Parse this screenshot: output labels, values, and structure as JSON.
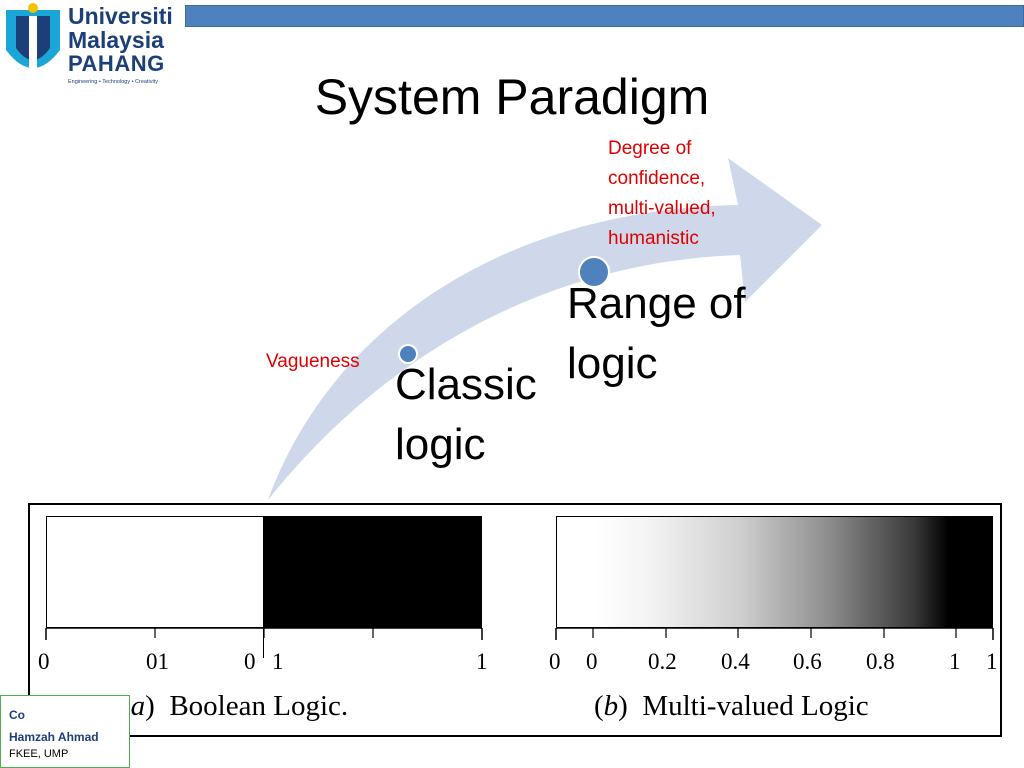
{
  "logo": {
    "line1": "Universiti",
    "line2": "Malaysia",
    "line3": "PAHANG",
    "tagline": "Engineering • Technology • Creativity"
  },
  "slide": {
    "title": "System Paradigm",
    "red_label_top": [
      "Degree of",
      "confidence,",
      "multi-valued,",
      "humanistic"
    ],
    "red_label_left": "Vagueness",
    "range_label": [
      "Range of",
      "logic"
    ],
    "classic_label": [
      "Classic",
      "logic"
    ]
  },
  "figure": {
    "left_ticks": [
      "0",
      "01",
      "0",
      "1",
      "1"
    ],
    "right_ticks": [
      "0",
      "0",
      "0.2",
      "0.4",
      "0.6",
      "0.8",
      "1",
      "1"
    ],
    "caption_a_letter": "a",
    "caption_a_text": "Boolean Logic.",
    "caption_b_letter": "b",
    "caption_b_text": "Multi-valued Logic"
  },
  "footer": {
    "line1": "Co",
    "line2": "Hamzah Ahmad",
    "line3": "FKEE, UMP"
  },
  "colors": {
    "topbar": "#4f81bd",
    "arrow": "#cfd8ea",
    "accent_red": "#e00000",
    "dot": "#4f81bd",
    "logo_blue": "#1c3f7a"
  }
}
